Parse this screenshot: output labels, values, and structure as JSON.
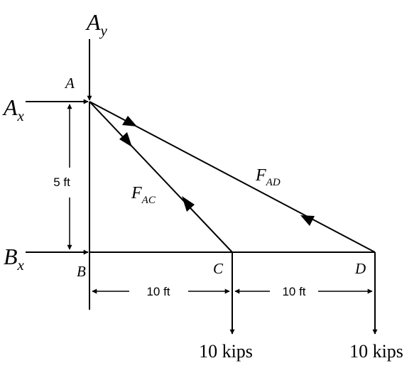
{
  "forces": {
    "ay": {
      "main": "A",
      "sub": "y"
    },
    "ax": {
      "main": "A",
      "sub": "x"
    },
    "bx": {
      "main": "B",
      "sub": "x"
    },
    "fac": {
      "main": "F",
      "sub": "AC"
    },
    "fad": {
      "main": "F",
      "sub": "AD"
    }
  },
  "points": {
    "a": "A",
    "b": "B",
    "c": "C",
    "d": "D"
  },
  "dimensions": {
    "height": "5 ft",
    "bc": "10 ft",
    "cd": "10 ft"
  },
  "loads": {
    "c": "10 kips",
    "d": "10 kips"
  }
}
